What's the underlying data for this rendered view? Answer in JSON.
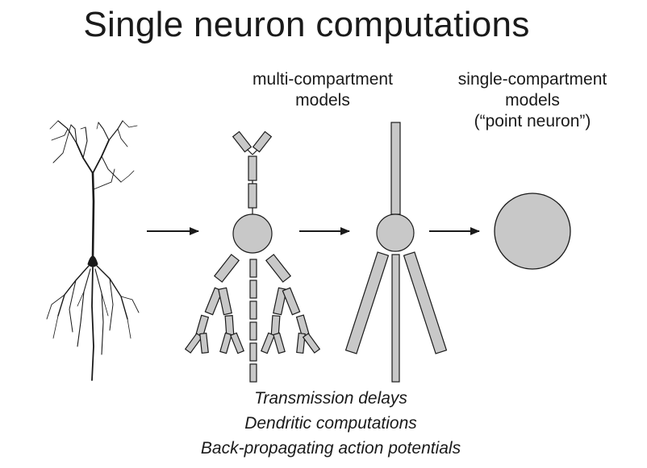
{
  "title": "Single neuron computations",
  "labels": {
    "multi_compartment": [
      "multi-compartment",
      "models"
    ],
    "single_compartment": [
      "single-compartment",
      "models",
      "(“point neuron”)"
    ]
  },
  "captions": [
    "Transmission delays",
    "Dendritic computations",
    "Back-propagating action potentials"
  ],
  "colors": {
    "compartment_fill": "#c8c8c8",
    "stroke": "#1a1a1a",
    "text": "#1a1a1a"
  }
}
